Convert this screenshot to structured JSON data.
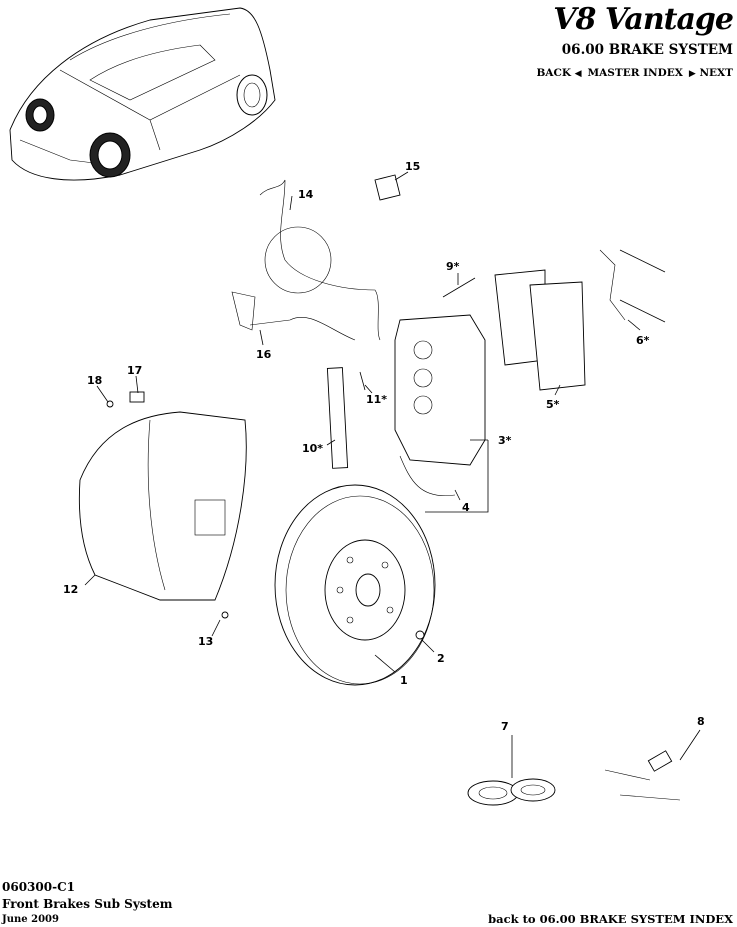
{
  "header": {
    "brand": "V8 Vantage",
    "section_title": "06.00 BRAKE SYSTEM",
    "nav": {
      "back": "BACK",
      "master_index": "MASTER INDEX",
      "next": "NEXT"
    }
  },
  "callouts": [
    "1",
    "2",
    "3*",
    "4",
    "5*",
    "6*",
    "7",
    "8",
    "9*",
    "10*",
    "11*",
    "12",
    "13",
    "14",
    "15",
    "16",
    "17",
    "18"
  ],
  "footer": {
    "code": "060300-C1",
    "title": "Front Brakes Sub System",
    "date": "June 2009",
    "back_link": "back to 06.00 BRAKE SYSTEM INDEX"
  }
}
